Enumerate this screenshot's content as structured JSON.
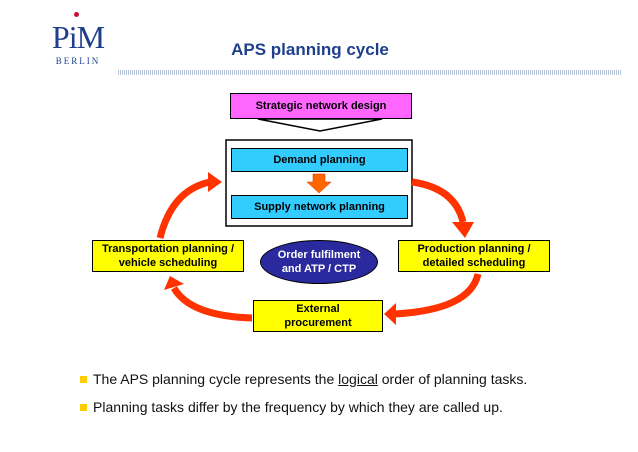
{
  "logo": {
    "main": "PiM",
    "sub": "BERLIN"
  },
  "title": "APS planning cycle",
  "boxes": {
    "strategic": "Strategic network design",
    "demand": "Demand planning",
    "supply": "Supply network planning",
    "transport_line1": "Transportation planning /",
    "transport_line2": "vehicle scheduling",
    "production_line1": "Production planning /",
    "production_line2": "detailed scheduling",
    "external_line1": "External",
    "external_line2": "procurement",
    "order_line1": "Order fulfilment",
    "order_line2": "and ATP / CTP"
  },
  "bullets": [
    {
      "before": "The APS planning cycle represents the ",
      "emph": "logical",
      "after": " order of planning tasks."
    },
    {
      "text": "Planning tasks differ by the frequency by which they are called up."
    }
  ],
  "colors": {
    "title": "#1f3f8c",
    "strategic": "#ff66ff",
    "planning_boxes": "#33ccff",
    "task_boxes": "#ffff00",
    "order_oval": "#2a2a9e",
    "cycle_arrows": "#ff3300",
    "bullet_square": "#ffcc00"
  }
}
